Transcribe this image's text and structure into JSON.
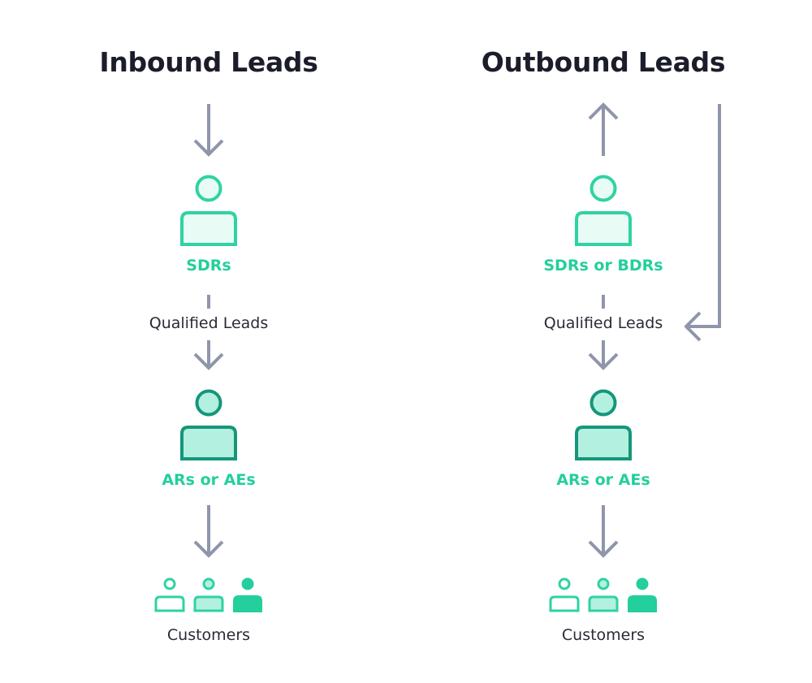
{
  "columns": [
    {
      "title": "Inbound Leads",
      "role_1": "SDRs",
      "handoff": "Qualified Leads",
      "role_2": "ARs or AEs",
      "end": "Customers"
    },
    {
      "title": "Outbound Leads",
      "role_1": "SDRs or BDRs",
      "handoff": "Qualified Leads",
      "role_2": "ARs or AEs",
      "end": "Customers"
    }
  ],
  "colors": {
    "title": "#1c1d2b",
    "sdr_role": "#23cf9c",
    "ae_role": "#23cf9c",
    "sdr_stroke": "#2fd3a3",
    "sdr_fill": "#e9fbf5",
    "ae_stroke": "#15967a",
    "ae_fill": "#b4f0df",
    "arrow": "#8f95ab",
    "customer_solid": "#23cf9c"
  },
  "icons": [
    "arrow-down-icon",
    "arrow-up-icon",
    "arrow-left-icon",
    "person-icon",
    "customers-icon"
  ]
}
